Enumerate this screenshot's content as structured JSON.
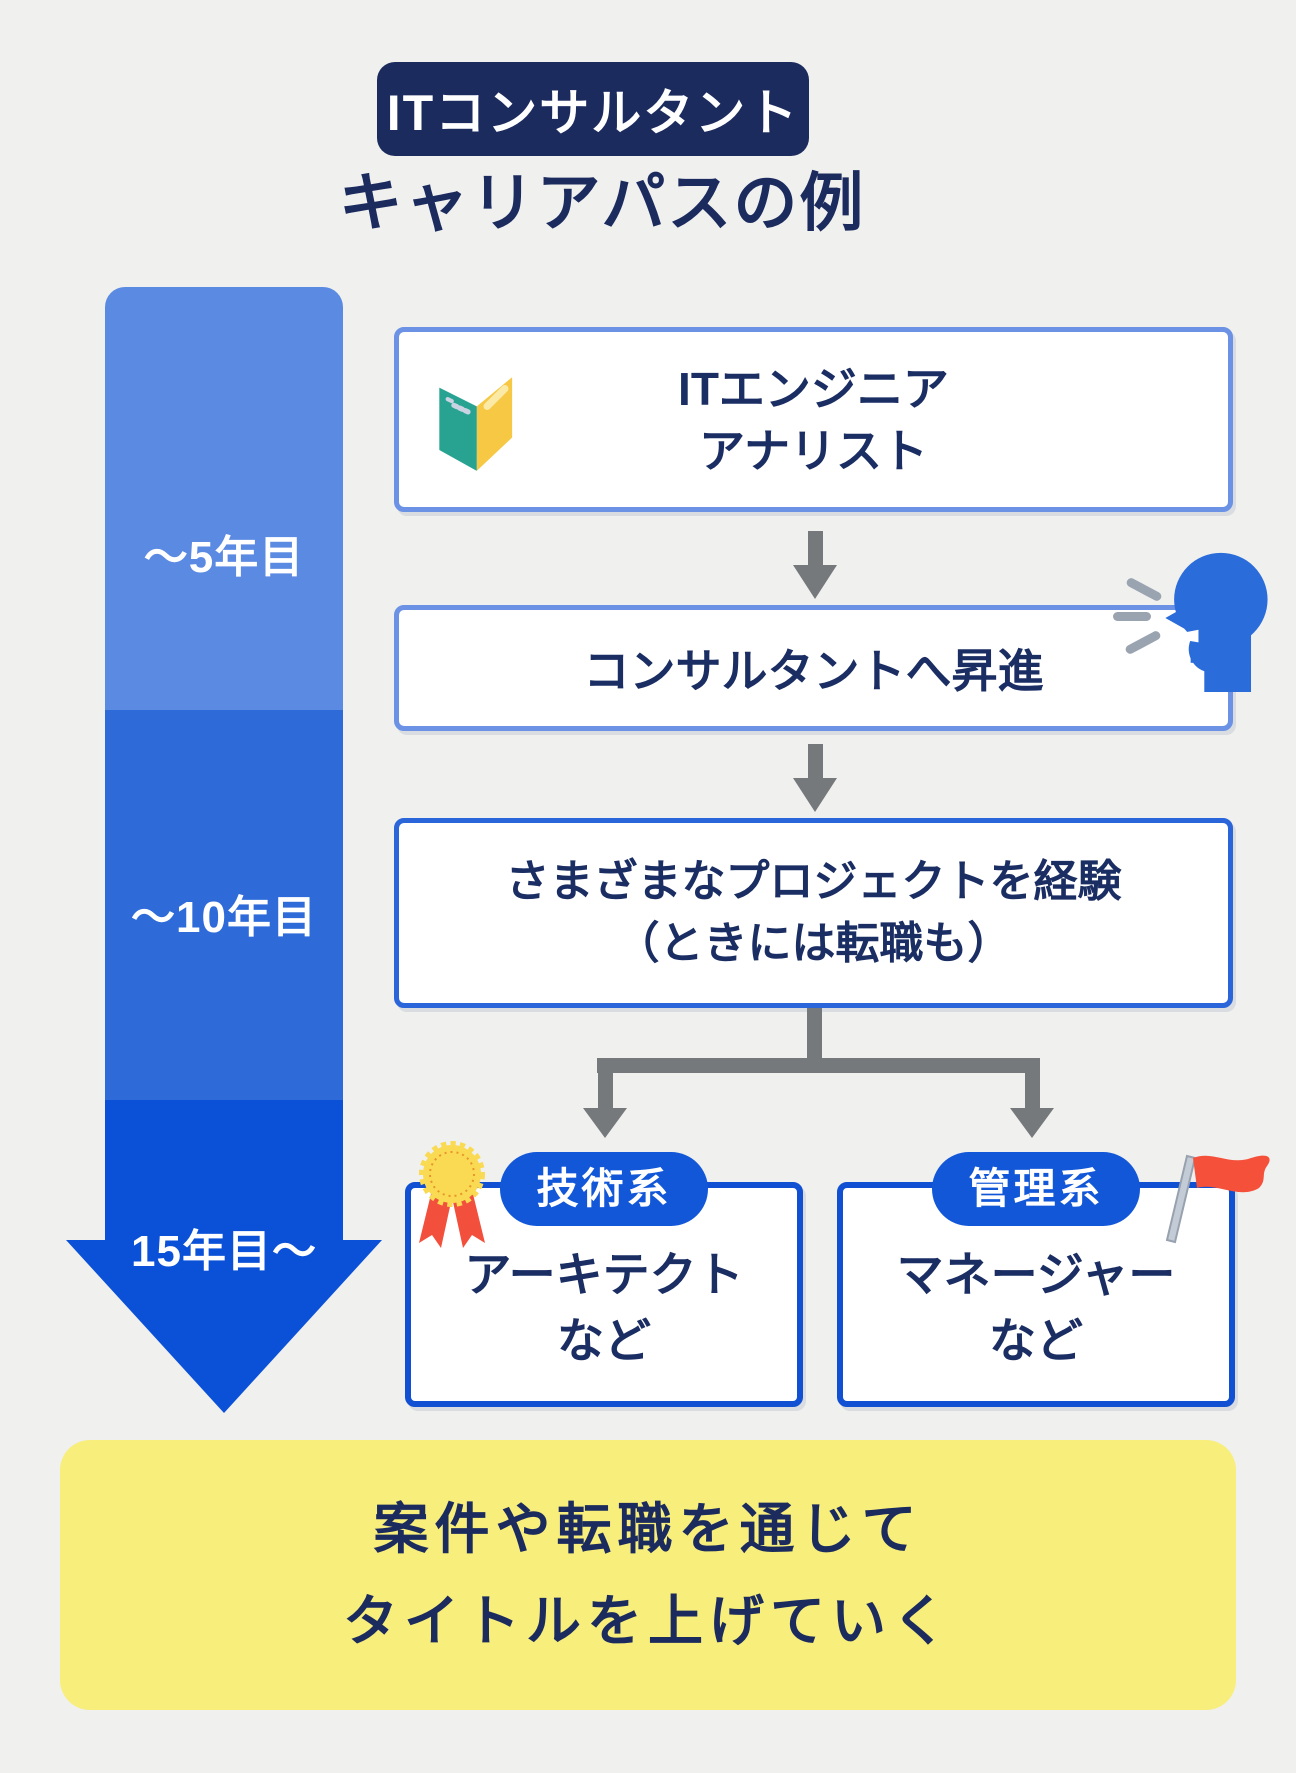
{
  "header": {
    "badge": "ITコンサルタント",
    "title": "キャリアパスの例"
  },
  "timeline": {
    "segments": [
      {
        "label": "〜5年目"
      },
      {
        "label": "〜10年目"
      },
      {
        "label": "15年目〜"
      }
    ]
  },
  "flow": {
    "box1": {
      "line1": "ITエンジニア",
      "line2": "アナリスト",
      "icon": "open-book-icon"
    },
    "box2": {
      "label": "コンサルタントへ昇進",
      "icon": "talking-head-icon"
    },
    "box3": {
      "line1": "さまざまなプロジェクトを経験",
      "line2": "（ときには転職も）"
    },
    "branch_left": {
      "tag": "技術系",
      "line1": "アーキテクト",
      "line2": "など",
      "icon": "medal-icon"
    },
    "branch_right": {
      "tag": "管理系",
      "line1": "マネージャー",
      "line2": "など",
      "icon": "flag-icon"
    }
  },
  "footer": {
    "line1": "案件や転職を通じて",
    "line2": "タイトルを上げていく"
  },
  "colors": {
    "background": "#f0f0ee",
    "navy": "#1b2b5e",
    "segment1": "#5b8ae2",
    "segment2": "#2e6bd9",
    "segment3": "#0b51d8",
    "box_border_light": "#6b92e4",
    "box_border_mid": "#2a65d9",
    "box_border_strong": "#1150d2",
    "pill_blue": "#1257d8",
    "connector_gray": "#76797c",
    "banner_yellow": "#f8ee7c",
    "book_teal": "#28a392",
    "book_yellow": "#f6c844",
    "medal_yellow": "#f9da52",
    "ribbon_red": "#f2503c",
    "flag_red": "#f4503a"
  }
}
